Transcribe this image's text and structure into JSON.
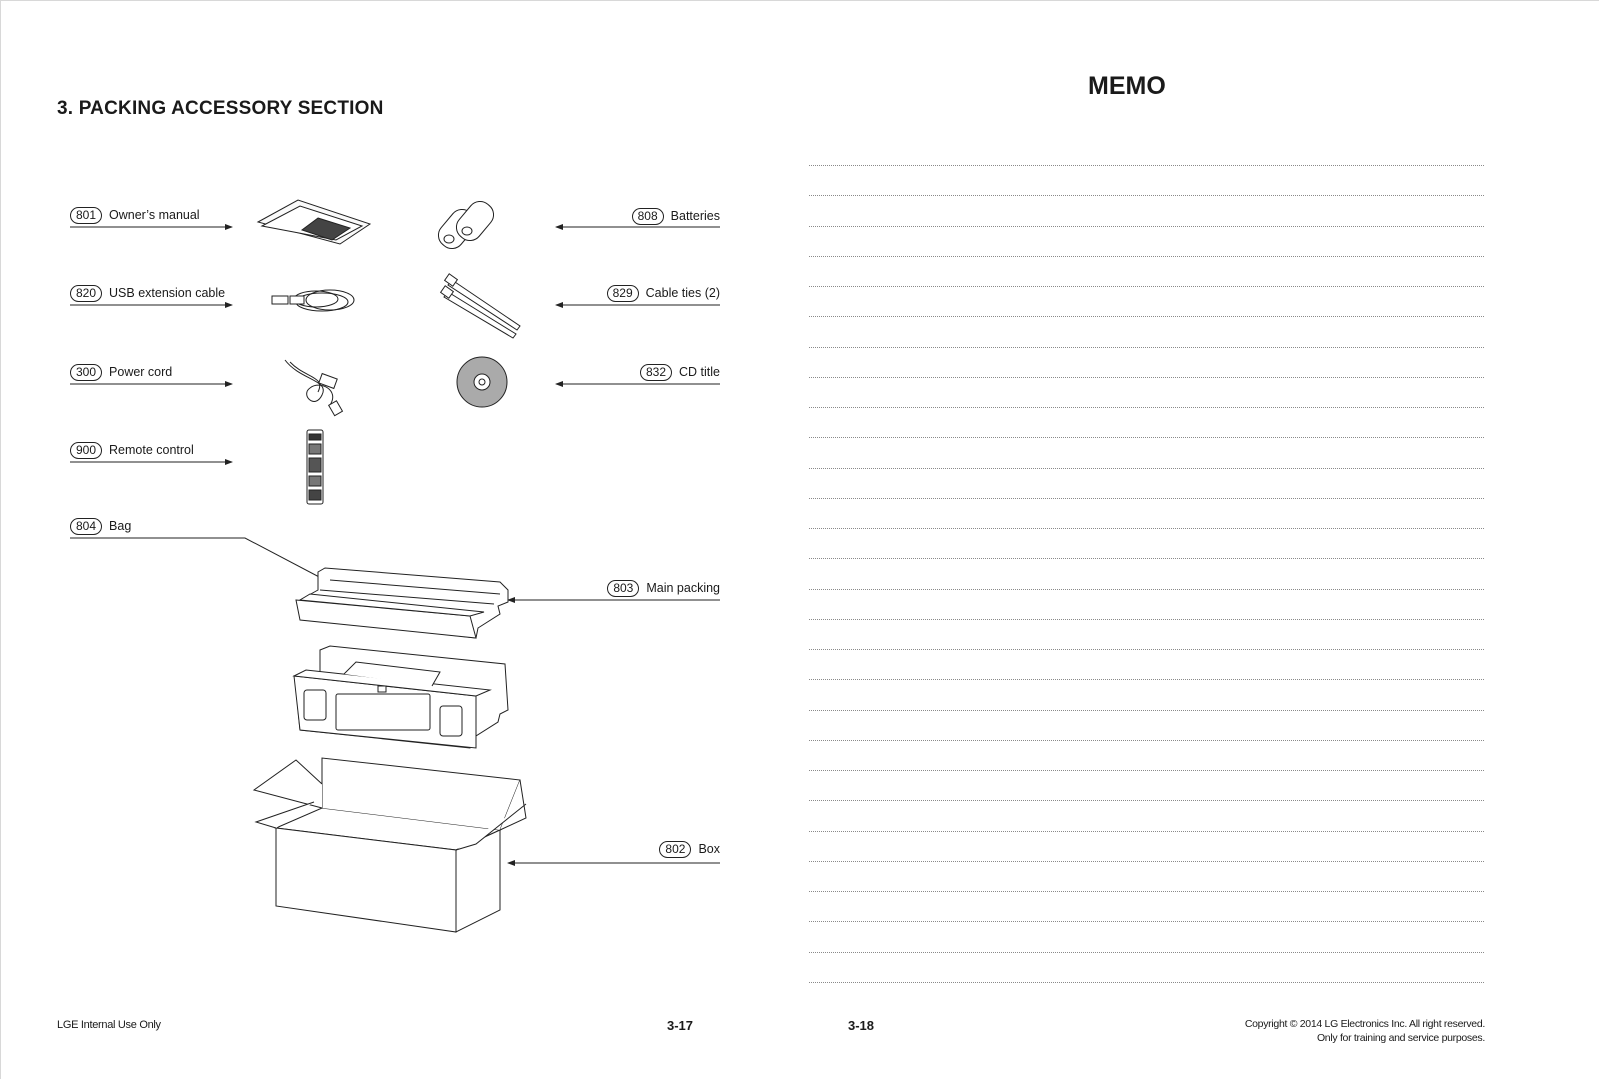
{
  "left_page": {
    "section_title": "3. PACKING ACCESSORY SECTION",
    "parts": [
      {
        "number": "801",
        "name": "Owner’s manual"
      },
      {
        "number": "808",
        "name": "Batteries"
      },
      {
        "number": "820",
        "name": "USB extension cable"
      },
      {
        "number": "829",
        "name": "Cable ties (2)"
      },
      {
        "number": "300",
        "name": "Power cord"
      },
      {
        "number": "832",
        "name": "CD title"
      },
      {
        "number": "900",
        "name": "Remote control"
      },
      {
        "number": "804",
        "name": "Bag"
      },
      {
        "number": "803",
        "name": "Main packing"
      },
      {
        "number": "802",
        "name": "Box"
      }
    ],
    "footer_text": "LGE Internal Use Only",
    "page_number": "3-17"
  },
  "right_page": {
    "title": "MEMO",
    "line_count": 28,
    "page_number": "3-18",
    "copyright_line1": "Copyright © 2014 LG Electronics Inc. All right reserved.",
    "copyright_line2": "Only for training and service purposes."
  }
}
